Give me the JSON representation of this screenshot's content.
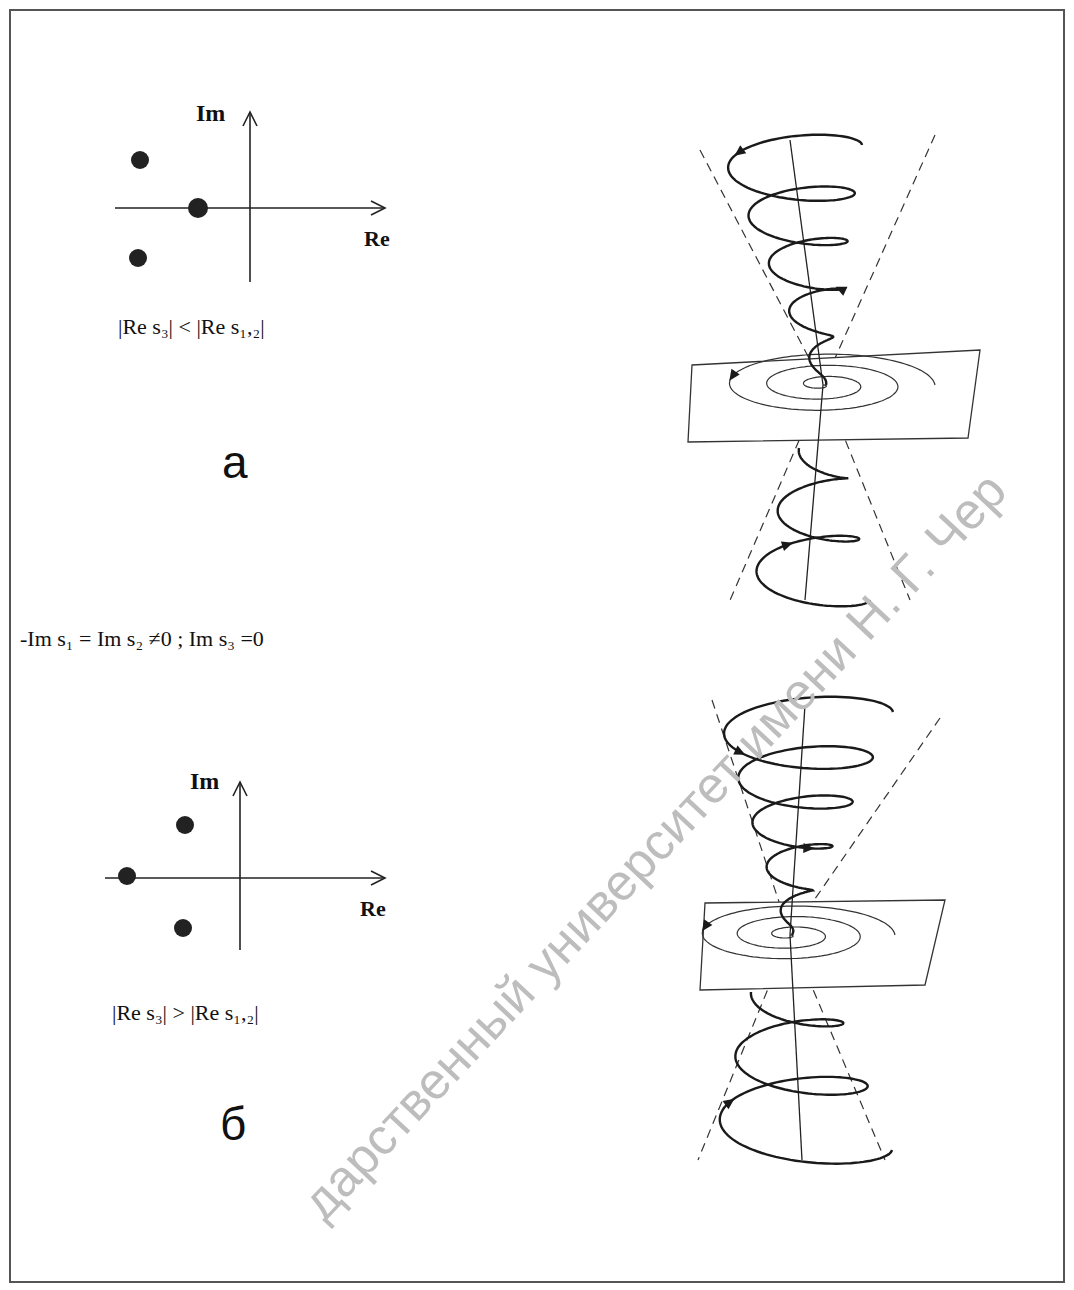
{
  "diagram": {
    "labels": [
      "Im",
      "Re",
      "|Re s₃| < |Re s₁,₂|",
      "а",
      "-Im s₁ = Im s₂ ≠0 ; Im s₃ =0",
      "Im",
      "Re",
      "|Re s₃| > |Re s₁,₂|",
      "б",
      "дарственный университет имени Н. Г. Чер"
    ]
  }
}
